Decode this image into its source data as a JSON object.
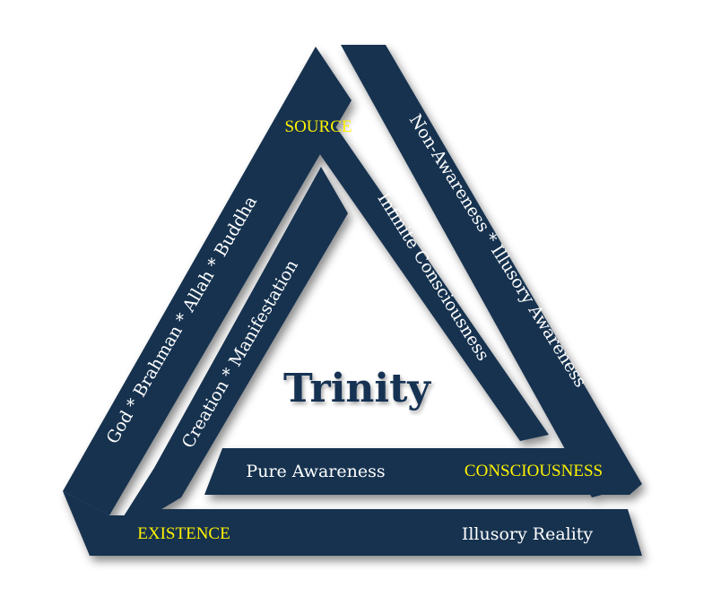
{
  "title": "Trinity",
  "corner_labels": {
    "source": "SOURCE",
    "consciousness": "CONSCIOUSNESS",
    "existence": "EXISTENCE"
  },
  "band_labels": {
    "god_names": "God * Brahman * Allah * Buddha",
    "creation": "Creation * Manifestation",
    "non_awareness": "Non-Awareness * Illusory Awareness",
    "infinite": "Infinite Consciousness",
    "pure_awareness": "Pure Awareness",
    "illusory_reality": "Illusory Reality"
  },
  "colors": {
    "band": "#173150",
    "key_text": "#fff200",
    "label_text": "#ffffff",
    "title_text": "#183252",
    "background": "#ffffff"
  }
}
